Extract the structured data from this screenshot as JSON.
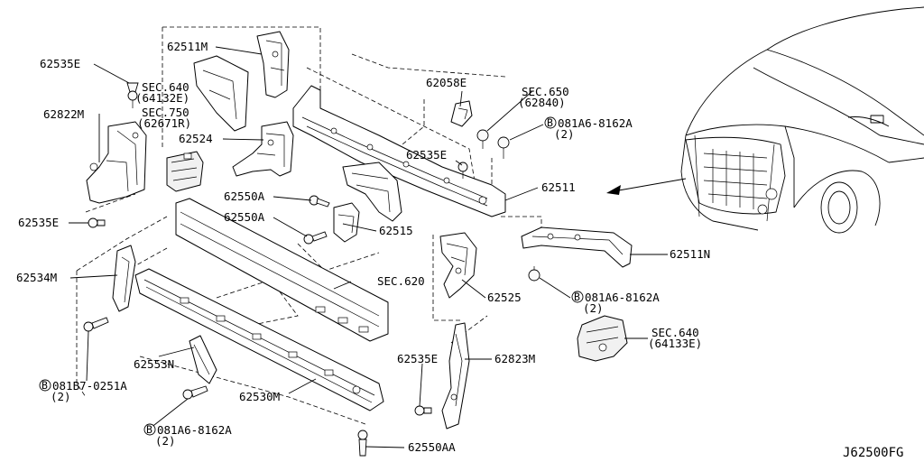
{
  "diagram_code": "J62500FG",
  "bolt_symbol": "B",
  "labels": {
    "p62535E_a": "62535E",
    "p62822M": "62822M",
    "p62535E_b": "62535E",
    "p62534M": "62534M",
    "p62511M": "62511M",
    "p62524": "62524",
    "p62550A_a": "62550A",
    "p62550A_b": "62550A",
    "p62515": "62515",
    "p62058E": "62058E",
    "p62535E_c": "62535E",
    "p62511": "62511",
    "p62511N": "62511N",
    "p62525": "62525",
    "p62553N": "62553N",
    "p62530M": "62530M",
    "p62535E_d": "62535E",
    "p62823M": "62823M",
    "p62550AA": "62550AA"
  },
  "section_refs": {
    "sec640_top": {
      "line1": "SEC.640",
      "line2": "(64132E)"
    },
    "sec750": {
      "line1": "SEC.750",
      "line2": "(62671R)"
    },
    "sec650": {
      "line1": "SEC.650",
      "line2": "(62840)"
    },
    "sec620": {
      "line1": "SEC.620"
    },
    "sec640_bottom": {
      "line1": "SEC.640",
      "line2": "(64133E)"
    }
  },
  "bolts": {
    "bolt_top_right": {
      "code": "081A6-8162A",
      "qty": "(2)"
    },
    "bolt_mid_right": {
      "code": "081A6-8162A",
      "qty": "(2)"
    },
    "bolt_left": {
      "code": "081B7-0251A",
      "qty": "(2)"
    },
    "bolt_bottom": {
      "code": "081A6-8162A",
      "qty": "(2)"
    }
  }
}
